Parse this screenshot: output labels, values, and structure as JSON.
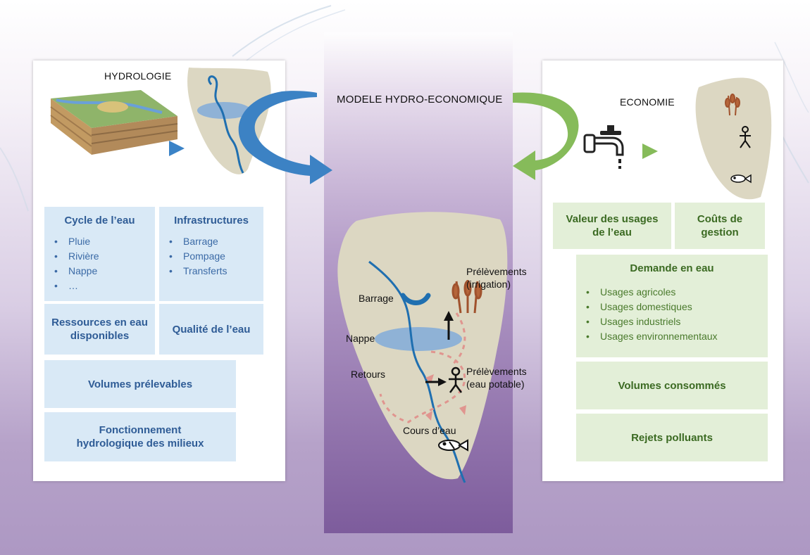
{
  "center": {
    "title": "MODELE HYDRO-ECONOMIQUE",
    "labels": {
      "barrage": "Barrage",
      "nappe": "Nappe",
      "retours": "Retours",
      "prelevements_irrigation_1": "Prélèvements",
      "prelevements_irrigation_2": "(irrigation)",
      "prelevements_eau_1": "Prélèvements",
      "prelevements_eau_2": "(eau potable)",
      "cours_eau": "Cours d’eau"
    }
  },
  "left": {
    "title": "HYDROLOGIE",
    "cycle": {
      "title": "Cycle de l’eau",
      "items": [
        "Pluie",
        "Rivière",
        "Nappe",
        "…"
      ]
    },
    "infra": {
      "title": "Infrastructures",
      "items": [
        "Barrage",
        "Pompage",
        "Transferts"
      ]
    },
    "ressources": "Ressources en eau disponibles",
    "qualite": "Qualité de l’eau",
    "volumes": "Volumes prélevables",
    "fonctionnement": "Fonctionnement hydrologique des milieux"
  },
  "right": {
    "title": "ECONOMIE",
    "valeur": "Valeur des usages de l’eau",
    "couts": "Coûts de gestion",
    "demande": {
      "title": "Demande en eau",
      "items": [
        "Usages agricoles",
        "Usages domestiques",
        "Usages industriels",
        "Usages environnementaux"
      ]
    },
    "volumes_consommes": "Volumes consommés",
    "rejets": "Rejets polluants"
  },
  "colors": {
    "blue_box": "#d9e9f6",
    "blue_text": "#2f5c96",
    "green_box": "#e3efd8",
    "green_text": "#3b6a22",
    "river": "#1f6fb0",
    "land": "#dcd7c2",
    "left_arrow": "#3c82c4",
    "right_arrow": "#86bb5a",
    "background": "#b6a2c9"
  },
  "icons": [
    "terrain-block-icon",
    "wheat-icon",
    "person-icon",
    "fish-icon",
    "tap-icon",
    "play-arrow-icon"
  ]
}
